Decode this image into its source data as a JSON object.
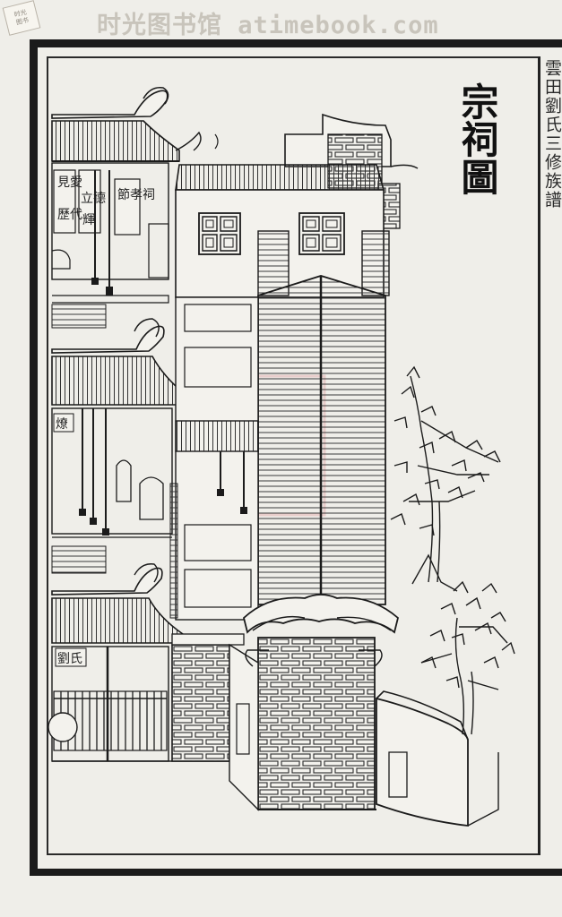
{
  "watermark": {
    "site_name": "时光图书馆 atimebook.com",
    "seal_line1": "时光",
    "seal_line2": "图书"
  },
  "page": {
    "title": "宗祠圖",
    "spine_text": "雲田劉氏三修族譜"
  },
  "plaques": {
    "left_top_a": "見愛",
    "left_top_b": "歷代",
    "left_top_c": "立德",
    "left_top_d": "輝",
    "jiexiao": "節孝祠",
    "middle_sign": "燎",
    "lower_sign": "劉氏"
  },
  "colors": {
    "ink": "#1b1b1b",
    "paper": "#efeee9",
    "faint_seal": "#d9a5a5"
  }
}
